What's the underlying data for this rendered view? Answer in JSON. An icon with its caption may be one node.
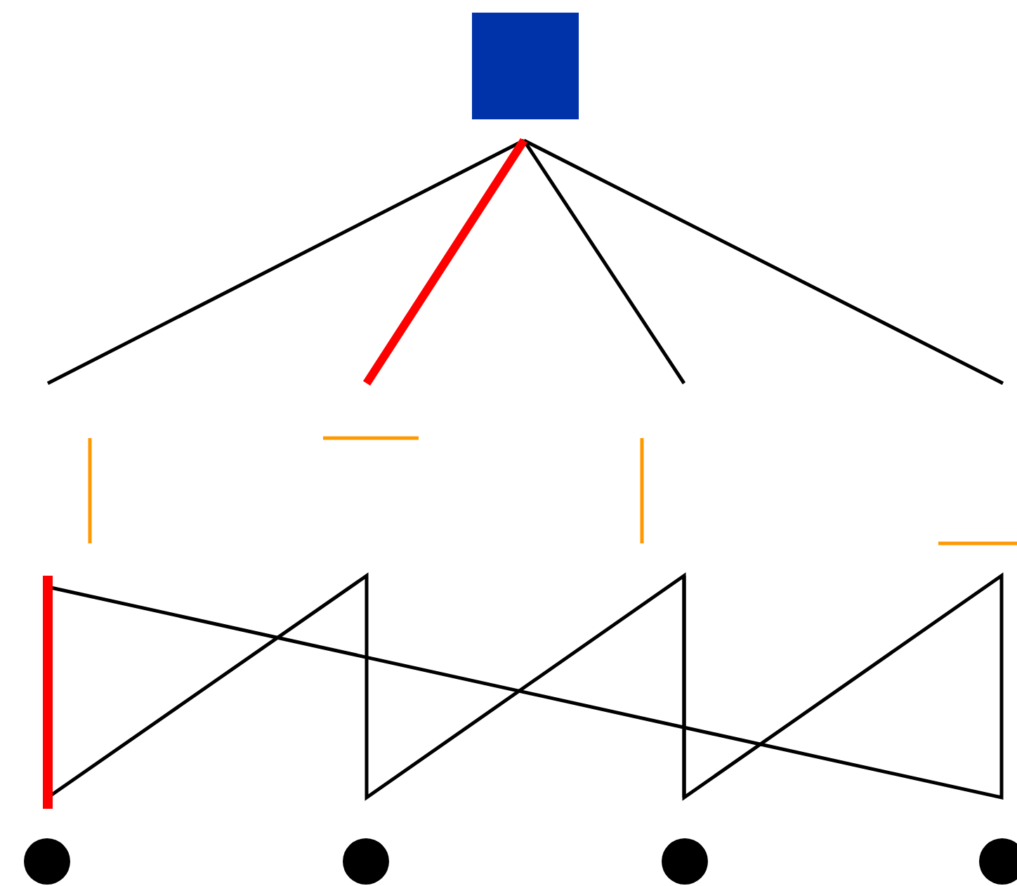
{
  "diagram": {
    "nodes": [
      {
        "text": [],
        "shape": "box"
      },
      {
        "text": [],
        "shape": "circle"
      },
      {
        "text": [],
        "shape": "circle"
      },
      {
        "text": [],
        "shape": "circle"
      },
      {
        "text": [],
        "shape": "circle"
      }
    ]
  }
}
